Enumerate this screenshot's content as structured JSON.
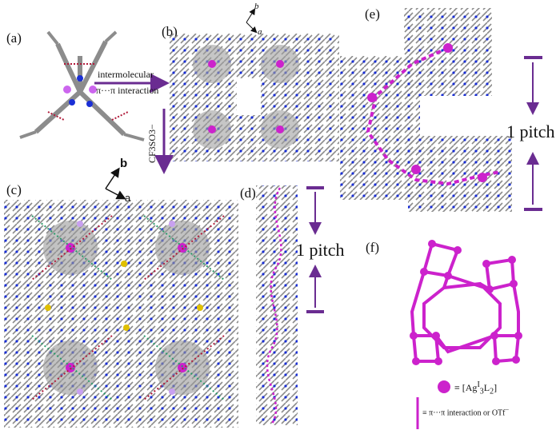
{
  "panels": {
    "a": "(a)",
    "b": "(b)",
    "c": "(c)",
    "d": "(d)",
    "e": "(e)",
    "f": "(f)"
  },
  "arrows": {
    "intermolecular_line1": "intermolecular",
    "intermolecular_line2": "π···π interaction",
    "counterion": "CF3SO3−"
  },
  "axes_b": {
    "b": "b",
    "a": "a"
  },
  "axes_c": {
    "b": "b",
    "a": "a"
  },
  "pitch_d": "1 pitch",
  "pitch_e": "1 pitch",
  "legend": {
    "node": "≡ [Ag",
    "node_sup": "I",
    "node_sub1": "3",
    "node_mid": "L",
    "node_sub2": "2",
    "node_end": "]",
    "edge": "≡ π···π interaction or OTf",
    "edge_sup": "−"
  },
  "colors": {
    "arrow_purple": "#6a2c91",
    "magenta": "#cc22cc",
    "nitrogen_blue": "#1a2fd6",
    "carbon_gray": "#8c8c8c"
  }
}
